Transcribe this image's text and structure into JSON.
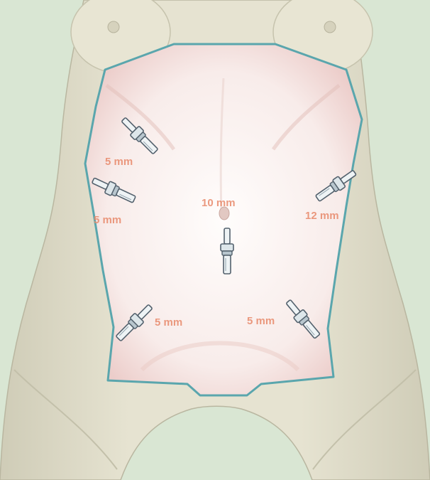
{
  "illustration": {
    "subject": "abdominal laparoscopic trocar placement",
    "colors": {
      "background": "#d9e6d3",
      "skin": "#e3e0cd",
      "skin_shadow": "#c9c6b0",
      "field": "#fbf4f2",
      "field_border": "#5aa6ad",
      "label": "#e8896a",
      "trocar": "#6f8290"
    }
  },
  "ports": [
    {
      "id": "upper-left",
      "label": "5 mm",
      "icon": "trocar-icon"
    },
    {
      "id": "left-flank",
      "label": "5 mm",
      "icon": "trocar-icon"
    },
    {
      "id": "umbilical",
      "label": "10 mm",
      "icon": "trocar-icon"
    },
    {
      "id": "right-flank",
      "label": "12 mm",
      "icon": "trocar-icon"
    },
    {
      "id": "lower-left",
      "label": "5 mm",
      "icon": "trocar-icon"
    },
    {
      "id": "lower-right",
      "label": "5 mm",
      "icon": "trocar-icon"
    }
  ]
}
